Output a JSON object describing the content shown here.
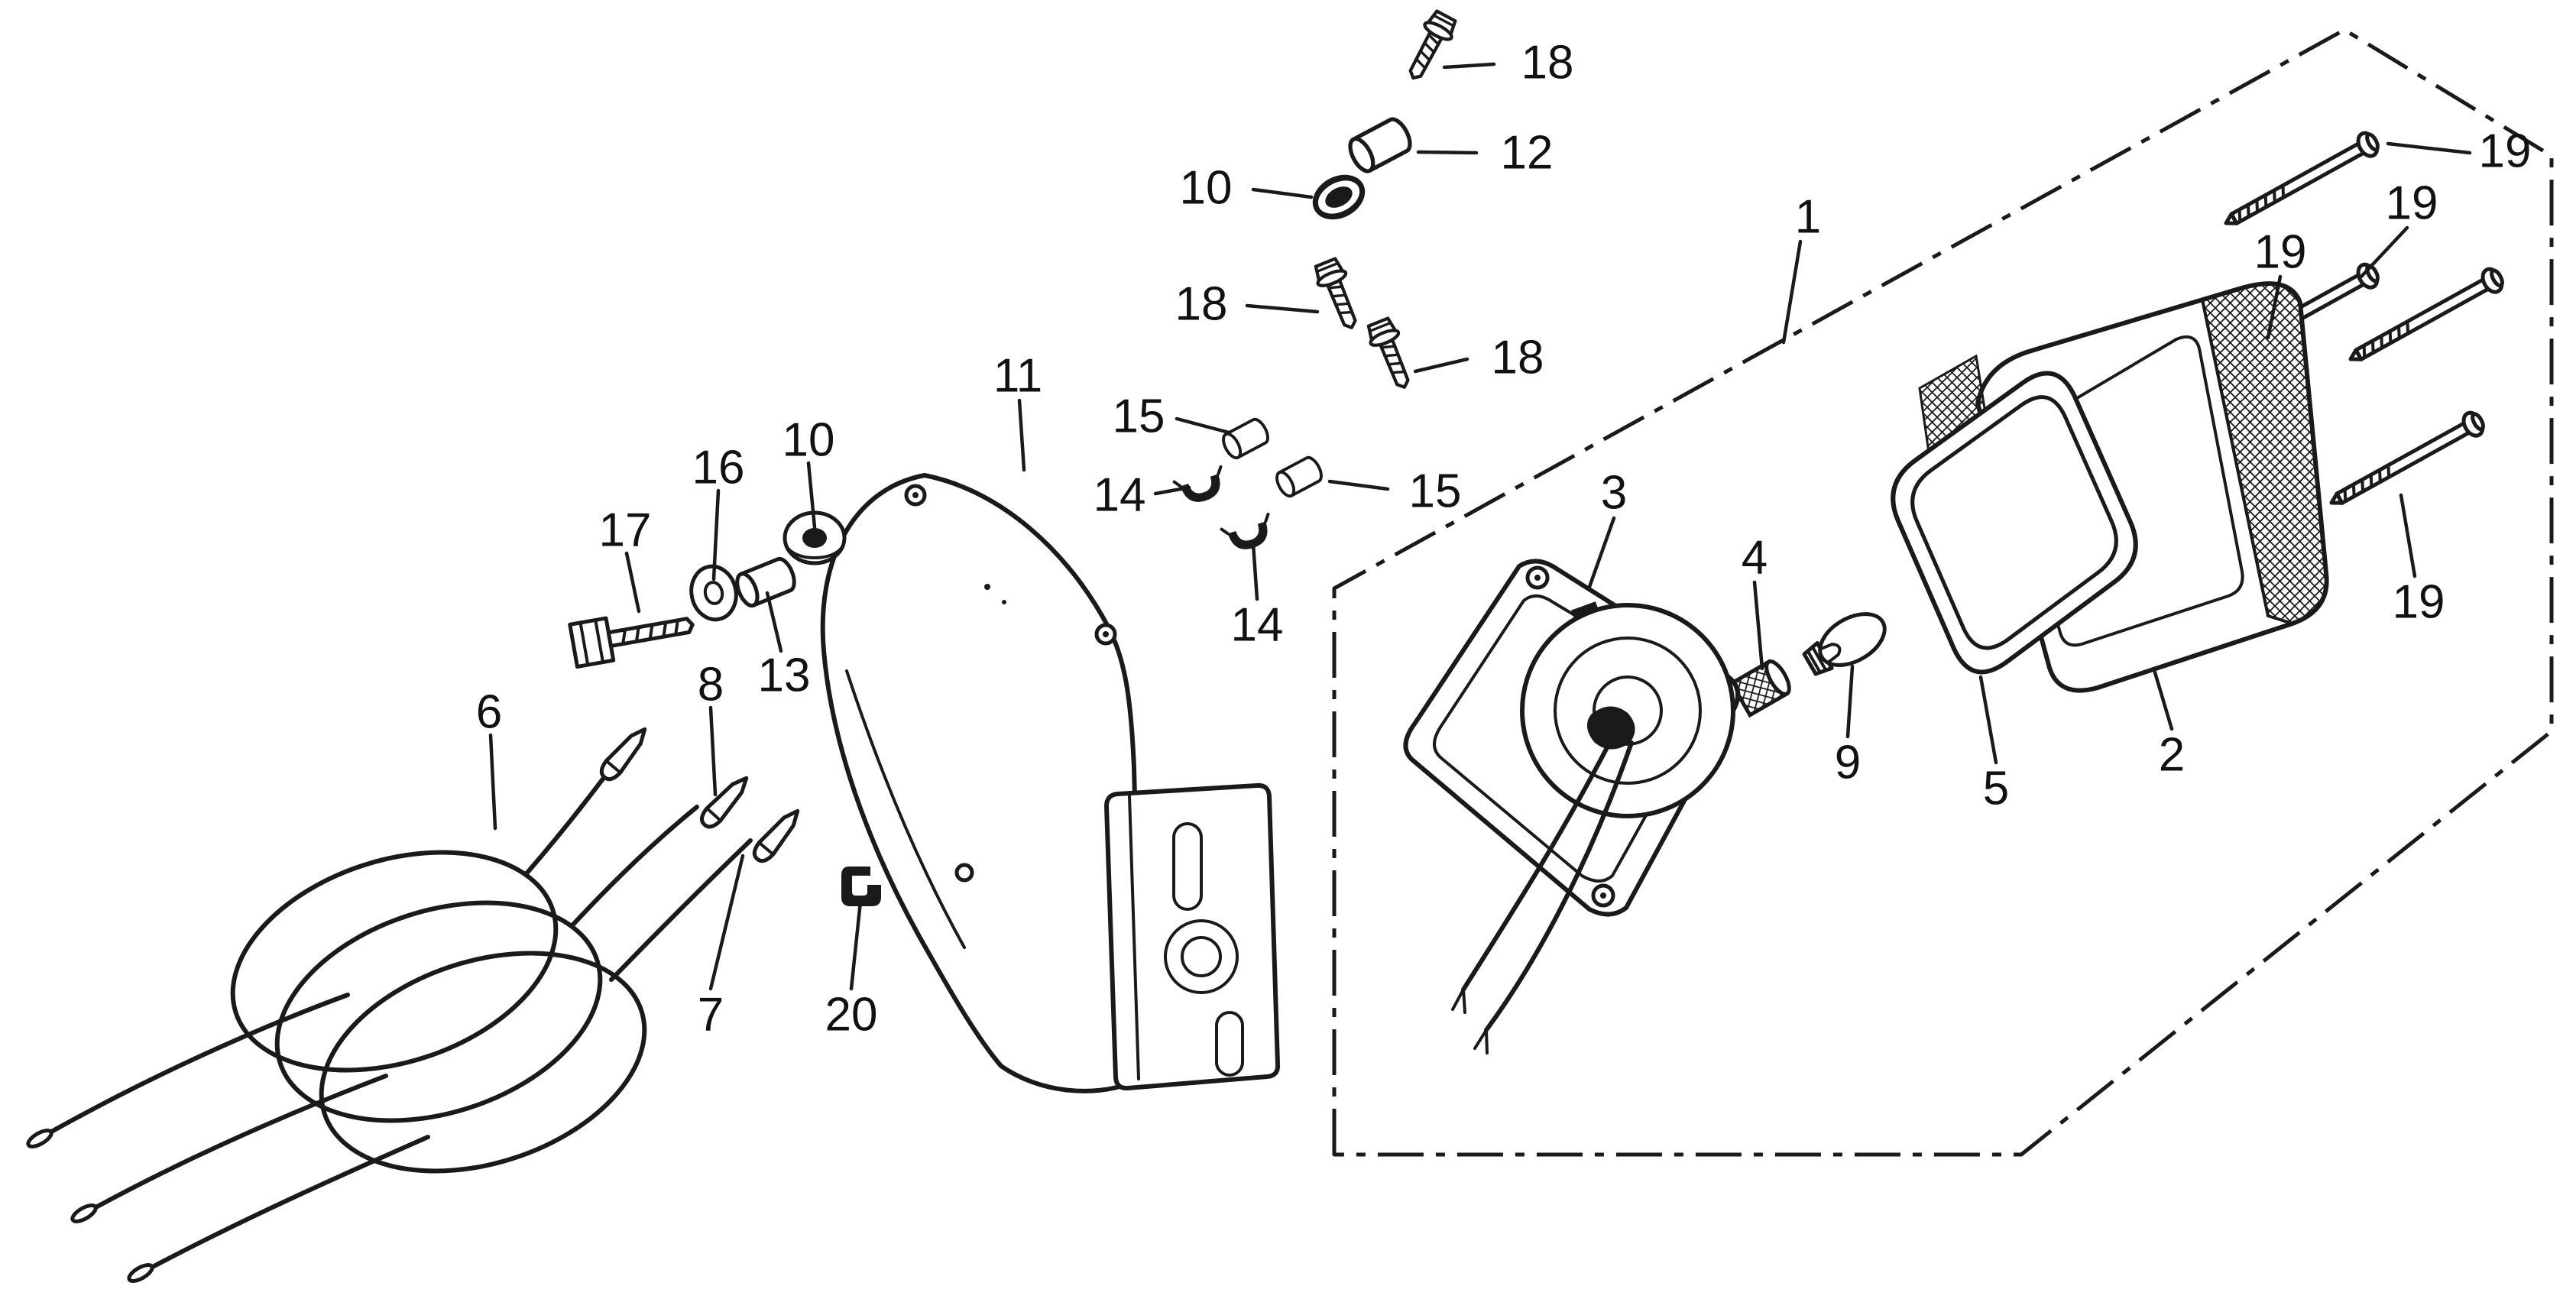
{
  "colors": {
    "ink": "#1a1a1a",
    "paper": "#ffffff"
  },
  "callouts": [
    {
      "id": "18-a",
      "label": "18"
    },
    {
      "id": "12",
      "label": "12"
    },
    {
      "id": "10-a",
      "label": "10"
    },
    {
      "id": "18-b",
      "label": "18"
    },
    {
      "id": "18-c",
      "label": "18"
    },
    {
      "id": "11",
      "label": "11"
    },
    {
      "id": "15-a",
      "label": "15"
    },
    {
      "id": "14-a",
      "label": "14"
    },
    {
      "id": "15-b",
      "label": "15"
    },
    {
      "id": "14-b",
      "label": "14"
    },
    {
      "id": "16",
      "label": "16"
    },
    {
      "id": "10-b",
      "label": "10"
    },
    {
      "id": "17",
      "label": "17"
    },
    {
      "id": "13",
      "label": "13"
    },
    {
      "id": "6",
      "label": "6"
    },
    {
      "id": "8",
      "label": "8"
    },
    {
      "id": "7",
      "label": "7"
    },
    {
      "id": "20",
      "label": "20"
    },
    {
      "id": "3",
      "label": "3"
    },
    {
      "id": "4",
      "label": "4"
    },
    {
      "id": "9",
      "label": "9"
    },
    {
      "id": "5",
      "label": "5"
    },
    {
      "id": "2",
      "label": "2"
    },
    {
      "id": "1",
      "label": "1"
    },
    {
      "id": "19-a",
      "label": "19"
    },
    {
      "id": "19-b",
      "label": "19"
    },
    {
      "id": "19-c",
      "label": "19"
    },
    {
      "id": "19-d",
      "label": "19"
    }
  ]
}
